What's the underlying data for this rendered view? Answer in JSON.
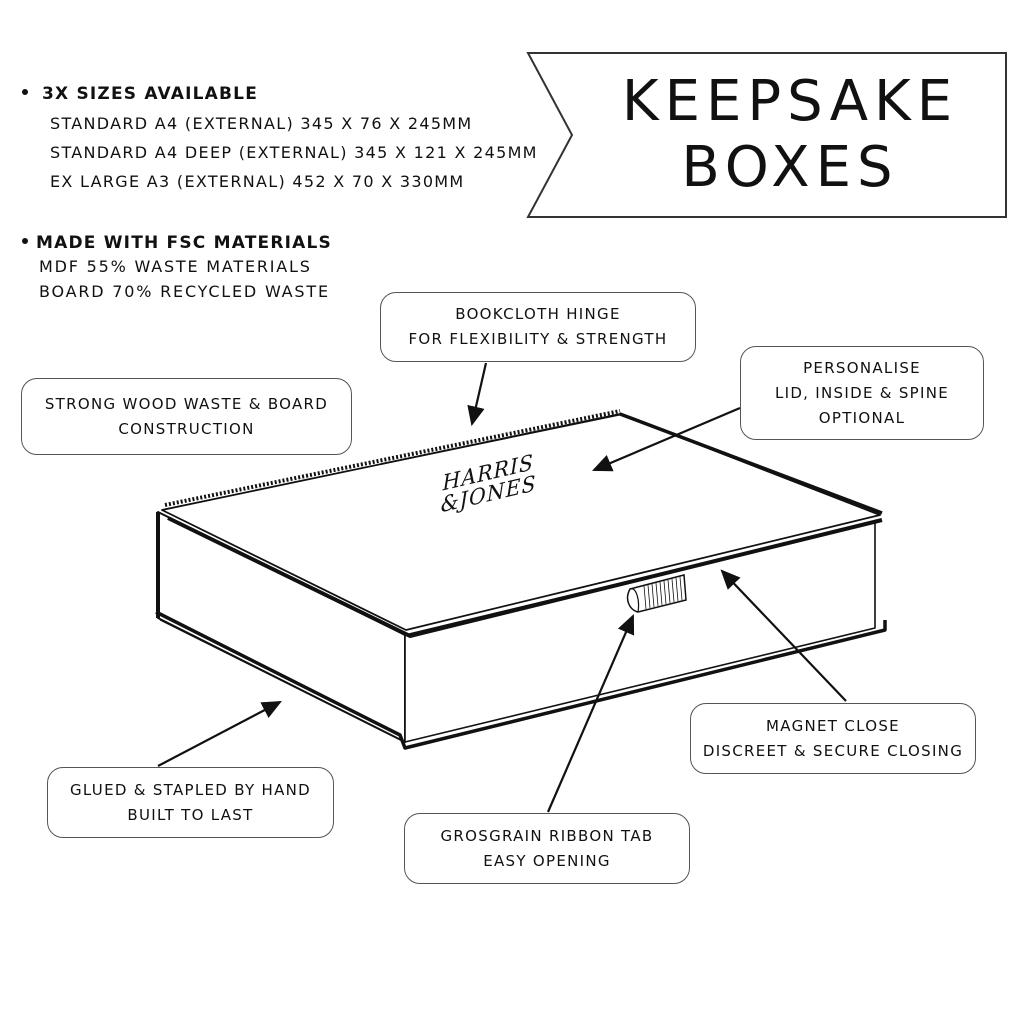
{
  "title": {
    "line1": "KEEPSAKE",
    "line2": "BOXES"
  },
  "sizes": {
    "heading": "3X SIZES AVAILABLE",
    "items": [
      "STANDARD A4 (EXTERNAL) 345 X 76 X 245MM",
      "STANDARD A4 DEEP (EXTERNAL) 345 X 121 X 245MM",
      "EX LARGE A3 (EXTERNAL) 452 X 70 X 330MM"
    ]
  },
  "materials": {
    "heading": "MADE WITH FSC MATERIALS",
    "items": [
      "MDF 55% WASTE MATERIALS",
      "BOARD 70% RECYCLED WASTE"
    ]
  },
  "callouts": {
    "bookcloth": {
      "line1": "BOOKCLOTH HINGE",
      "line2": "FOR FLEXIBILITY & STRENGTH"
    },
    "personalise": {
      "line1": "PERSONALISE",
      "line2": "LID, INSIDE & SPINE",
      "line3": "OPTIONAL"
    },
    "construction": {
      "line1": "STRONG WOOD WASTE & BOARD",
      "line2": "CONSTRUCTION"
    },
    "magnet": {
      "line1": "MAGNET CLOSE",
      "line2": "DISCREET & SECURE CLOSING"
    },
    "glued": {
      "line1": "GLUED & STAPLED BY HAND",
      "line2": "BUILT TO LAST"
    },
    "ribbon": {
      "line1": "GROSGRAIN RIBBON TAB",
      "line2": "EASY OPENING"
    }
  },
  "box": {
    "brand_line1": "HARRIS",
    "brand_line2": "&JONES"
  },
  "colors": {
    "ink": "#111111",
    "border": "#555555",
    "background": "#ffffff"
  }
}
